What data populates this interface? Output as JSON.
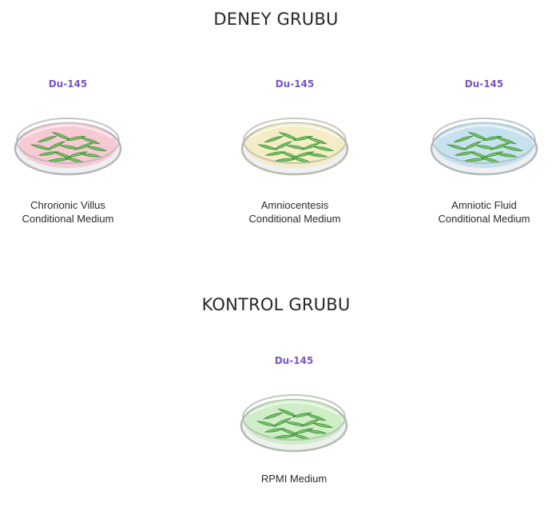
{
  "experiment_group": {
    "title": "DENEY GRUBU",
    "dishes": [
      {
        "cell_line": "Du-145",
        "caption_line1": "Chrorionic Villus",
        "caption_line2": "Conditional Medium",
        "medium_color": "#f6c9d3",
        "rim_color": "#b9b3bc"
      },
      {
        "cell_line": "Du-145",
        "caption_line1": "Amniocentesis",
        "caption_line2": "Conditional Medium",
        "medium_color": "#f4ecc4",
        "rim_color": "#bdb9ad"
      },
      {
        "cell_line": "Du-145",
        "caption_line1": "Amniotic Fluid",
        "caption_line2": "Conditional Medium",
        "medium_color": "#c6e2ef",
        "rim_color": "#adbac0"
      }
    ]
  },
  "control_group": {
    "title": "KONTROL GRUBU",
    "dishes": [
      {
        "cell_line": "Du-145",
        "caption_line1": "RPMI Medium",
        "caption_line2": "",
        "medium_color": "#cfedc6",
        "rim_color": "#aebdab"
      }
    ]
  },
  "colors": {
    "cell_label": "#7a55c8",
    "cell_fill": "#79c466",
    "cell_stroke": "#3f8f3a"
  }
}
